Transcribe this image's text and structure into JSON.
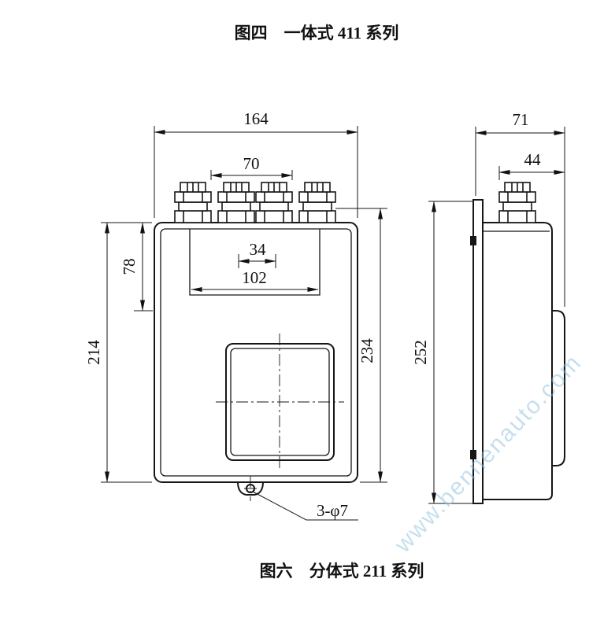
{
  "titles": {
    "top": "图四　一体式 411 系列",
    "bottom": "图六　分体式 211 系列"
  },
  "watermark": {
    "text": "www.bennenauto.com",
    "color": "#8fc1dd"
  },
  "front_view": {
    "dims": {
      "overall_width": "164",
      "gland_span": "70",
      "cutout_width": "34",
      "inner_width": "102",
      "upper_height": "78",
      "body_height": "214",
      "overall_height": "234",
      "mounting_hole": "3-φ7"
    }
  },
  "side_view": {
    "dims": {
      "overall_depth": "71",
      "gland_width": "44",
      "overall_height": "252"
    }
  }
}
